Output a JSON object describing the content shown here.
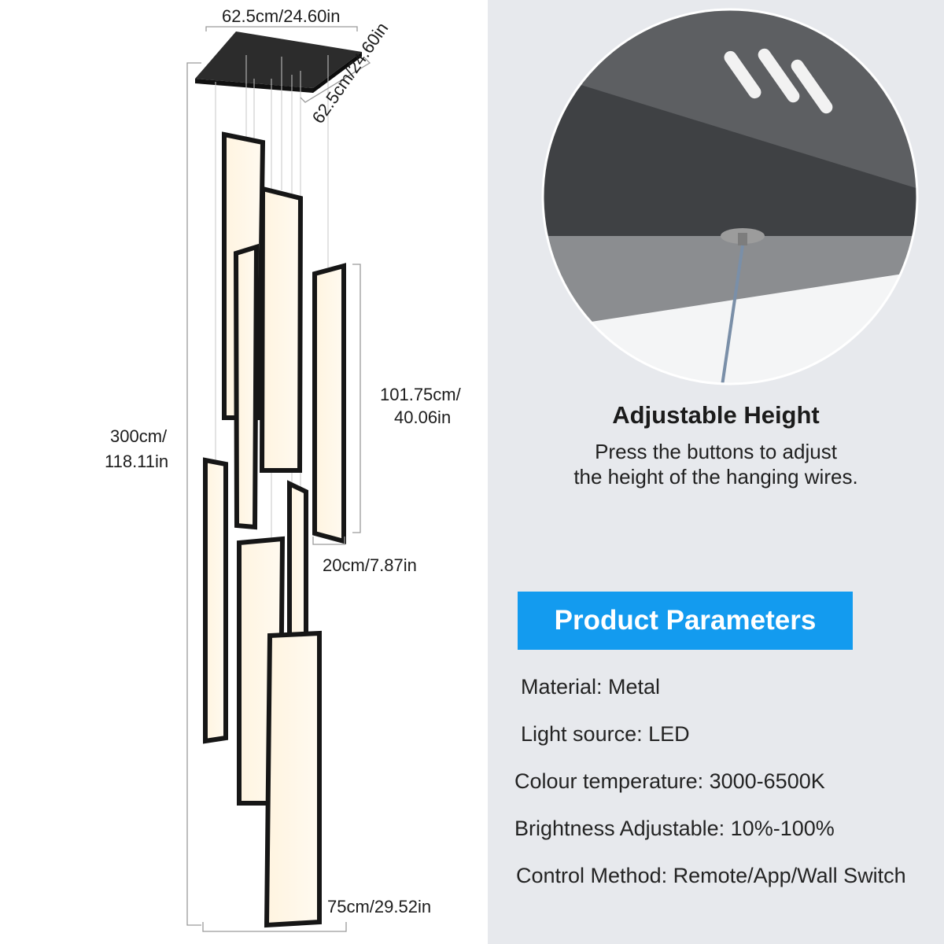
{
  "dimensions": {
    "canopy_width": "62.5cm/24.60in",
    "canopy_depth": "62.5cm/24.60in",
    "total_height_line1": "300cm/",
    "total_height_line2": "118.11in",
    "panel_height_line1": "101.75cm/",
    "panel_height_line2": "40.06in",
    "panel_width": "20cm/7.87in",
    "overall_width": "75cm/29.52in"
  },
  "feature": {
    "title": "Adjustable Height",
    "description_line1": "Press the buttons to adjust",
    "description_line2": "the height of the hanging wires."
  },
  "parameters": {
    "banner": "Product Parameters",
    "items": [
      "Material: Metal",
      "Light source: LED",
      "Colour temperature: 3000-6500K",
      "Brightness Adjustable: 10%-100%",
      "Control Method: Remote/App/Wall Switch"
    ]
  },
  "colors": {
    "banner_blue": "#139bef",
    "panel_background": "#e7e9ed",
    "fixture_black": "#1a1a1a"
  }
}
